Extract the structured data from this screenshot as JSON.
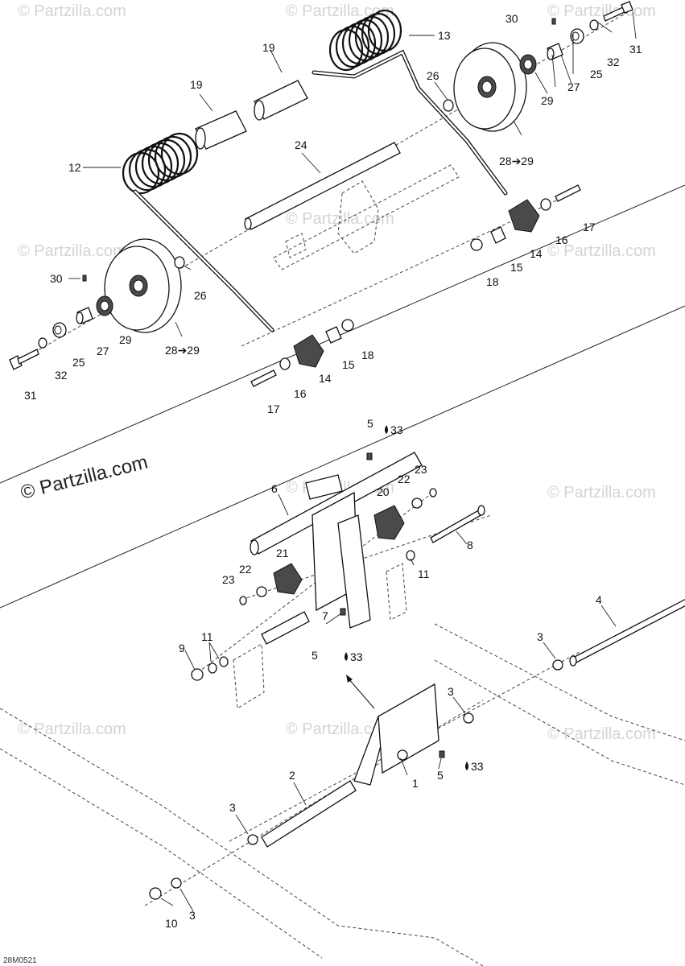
{
  "watermark": "© Partzilla.com",
  "brand_watermark": "© Partzilla.com",
  "figure_ref": "28M0521",
  "callouts": {
    "p1": "1",
    "p2": "2",
    "p3a": "3",
    "p3b": "3",
    "p3c": "3",
    "p3d": "3",
    "p4": "4",
    "p5a": "5",
    "p5b": "5",
    "p5c": "5",
    "p6": "6",
    "p7": "7",
    "p8": "8",
    "p9": "9",
    "p10": "10",
    "p11a": "11",
    "p11b": "11",
    "p12": "12",
    "p13": "13",
    "p14a": "14",
    "p14b": "14",
    "p15a": "15",
    "p15b": "15",
    "p16a": "16",
    "p16b": "16",
    "p17a": "17",
    "p17b": "17",
    "p18a": "18",
    "p18b": "18",
    "p19a": "19",
    "p19b": "19",
    "p20": "20",
    "p21": "21",
    "p22a": "22",
    "p22b": "22",
    "p23a": "23",
    "p23b": "23",
    "p24": "24",
    "p25a": "25",
    "p25b": "25",
    "p26a": "26",
    "p26b": "26",
    "p27a": "27",
    "p27b": "27",
    "p28a": "28➔29",
    "p28b": "28➔29",
    "p29a": "29",
    "p29b": "29",
    "p30a": "30",
    "p30b": "30",
    "p31a": "31",
    "p31b": "31",
    "p32a": "32",
    "p32b": "32",
    "p33a": "33",
    "p33b": "33",
    "p33c": "33"
  }
}
